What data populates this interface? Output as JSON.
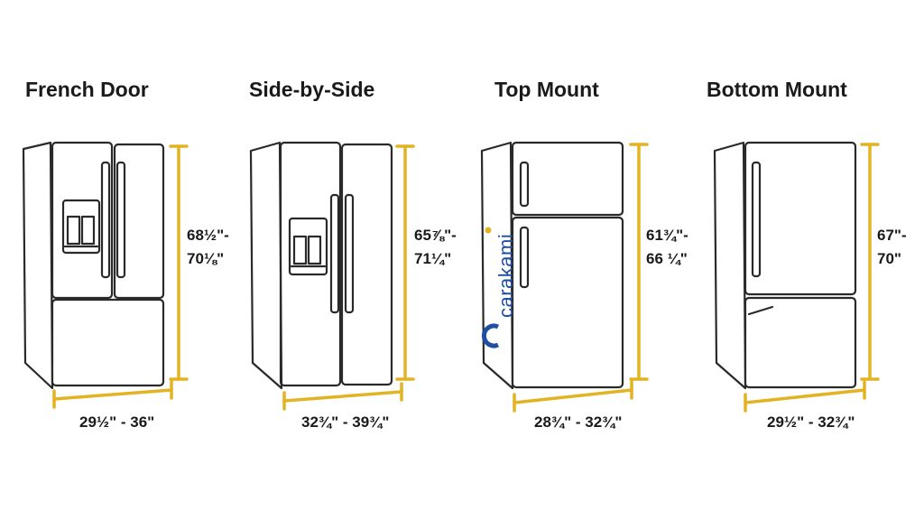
{
  "colors": {
    "outline": "#2a2a2a",
    "dimension_line": "#e2b322",
    "watermark": "#1e4fa3",
    "watermark_dot": "#e2b322"
  },
  "fridges": [
    {
      "title": "French Door",
      "height": [
        "68½\"-",
        "70⅛\""
      ],
      "width": "29½\" - 36\""
    },
    {
      "title": "Side-by-Side",
      "height": [
        "65⅞\"-",
        "71¼\""
      ],
      "width": "32¾\" - 39¾\""
    },
    {
      "title": "Top Mount",
      "height": [
        "61¾\"-",
        "66 ¼\""
      ],
      "width": "28¾\" - 32¾\""
    },
    {
      "title": "Bottom Mount",
      "height": [
        "67\"-",
        "70\""
      ],
      "width": "29½\" - 32¾\""
    }
  ],
  "watermark": {
    "text": "carakami",
    "icon": "carakami-logo-icon"
  }
}
